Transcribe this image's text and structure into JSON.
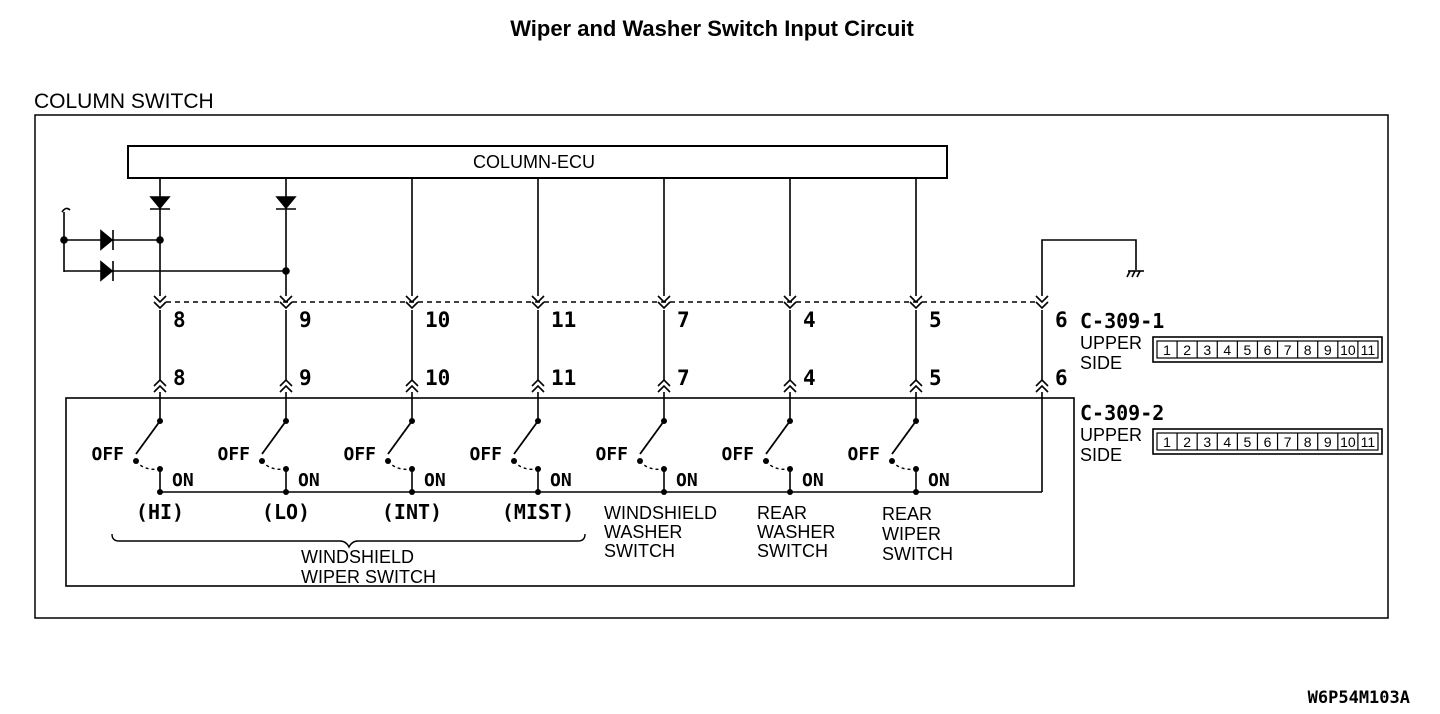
{
  "title": "Wiper and Washer Switch Input Circuit",
  "module_label": "COLUMN SWITCH",
  "ecu_label": "COLUMN-ECU",
  "connectors": [
    {
      "name": "C-309-1",
      "side_line1": "UPPER",
      "side_line2": "SIDE"
    },
    {
      "name": "C-309-2",
      "side_line1": "UPPER",
      "side_line2": "SIDE"
    }
  ],
  "pins": [
    "8",
    "9",
    "10",
    "11",
    "7",
    "4",
    "5",
    "6"
  ],
  "connector_cells": [
    "1",
    "2",
    "3",
    "4",
    "5",
    "6",
    "7",
    "8",
    "9",
    "10",
    "11"
  ],
  "switches": [
    {
      "off": "OFF",
      "on": "ON",
      "position": "(HI)"
    },
    {
      "off": "OFF",
      "on": "ON",
      "position": "(LO)"
    },
    {
      "off": "OFF",
      "on": "ON",
      "position": "(INT)"
    },
    {
      "off": "OFF",
      "on": "ON",
      "position": "(MIST)"
    },
    {
      "off": "OFF",
      "on": "ON",
      "name_lines": [
        "WINDSHIELD",
        "WASHER",
        "SWITCH"
      ]
    },
    {
      "off": "OFF",
      "on": "ON",
      "name_lines": [
        "REAR",
        "WASHER",
        "SWITCH"
      ]
    },
    {
      "off": "OFF",
      "on": "ON",
      "name_lines": [
        "REAR",
        "WIPER",
        "SWITCH"
      ]
    }
  ],
  "group_label_lines": [
    "WINDSHIELD",
    "WIPER SWITCH"
  ],
  "figure_code": "W6P54M103A"
}
